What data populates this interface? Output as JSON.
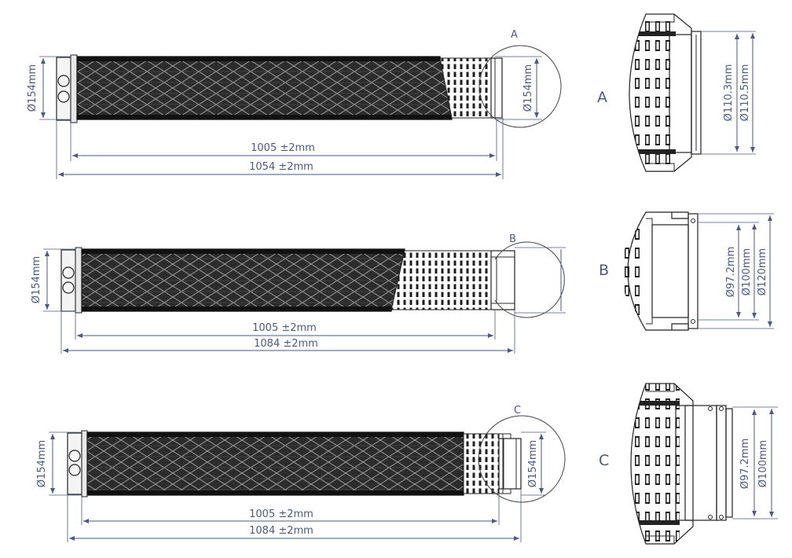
{
  "colors": {
    "dimension": "#4a5a82",
    "cartridge_body": "#1b1b1b",
    "mesh": "#9a9a9a"
  },
  "views": {
    "a": {
      "callout": "A",
      "diameter_left": "Ø154mm",
      "diameter_right": "Ø154mm",
      "length_inner": "1005 ±2mm",
      "length_outer": "1054 ±2mm"
    },
    "b": {
      "callout": "B",
      "diameter_left": "Ø154mm",
      "length_inner": "1005 ±2mm",
      "length_outer": "1084 ±2mm"
    },
    "c": {
      "callout": "C",
      "diameter_left": "Ø154mm",
      "diameter_right": "Ø154mm",
      "length_inner": "1005 ±2mm",
      "length_outer": "1084 ±2mm"
    }
  },
  "details": {
    "a": {
      "label": "A",
      "dims": [
        "Ø110.3mm",
        "Ø110.5mm"
      ]
    },
    "b": {
      "label": "B",
      "dims": [
        "Ø97.2mm",
        "Ø100mm",
        "Ø120mm"
      ]
    },
    "c": {
      "label": "C",
      "dims": [
        "Ø97.2mm",
        "Ø100mm"
      ]
    }
  }
}
